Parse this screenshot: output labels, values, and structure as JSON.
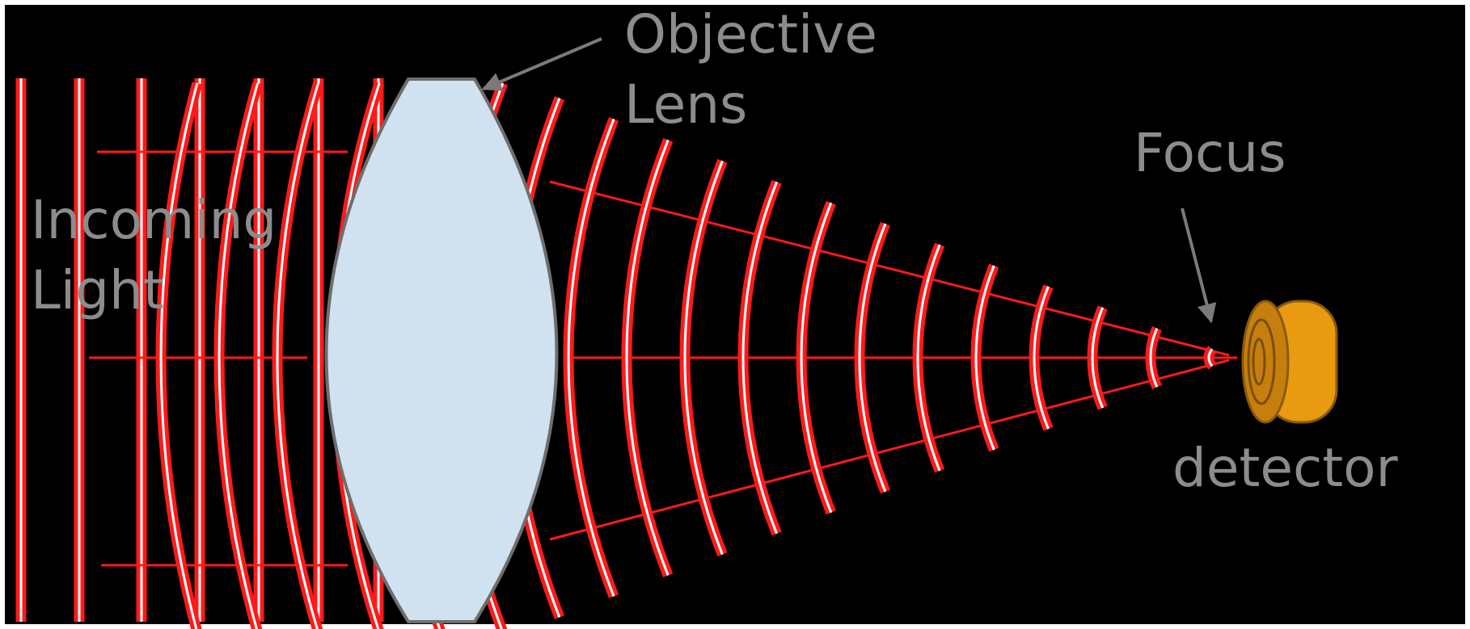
{
  "labels": {
    "objective": "Objective",
    "lens": "Lens",
    "incoming": "Incoming",
    "light": "Light",
    "focus": "Focus",
    "detector": "detector"
  },
  "colors": {
    "background": "#000000",
    "wave": "#ff1a1a",
    "wave_core": "#ffffff",
    "lens_fill": "#d0e2f0",
    "lens_stroke": "#6e6e6e",
    "label": "#8c8c8c",
    "detector": "#e89a10",
    "detector_dark": "#9a6410"
  },
  "icons": [
    "objective-lens-icon",
    "detector-icon",
    "label-arrow-icon"
  ]
}
